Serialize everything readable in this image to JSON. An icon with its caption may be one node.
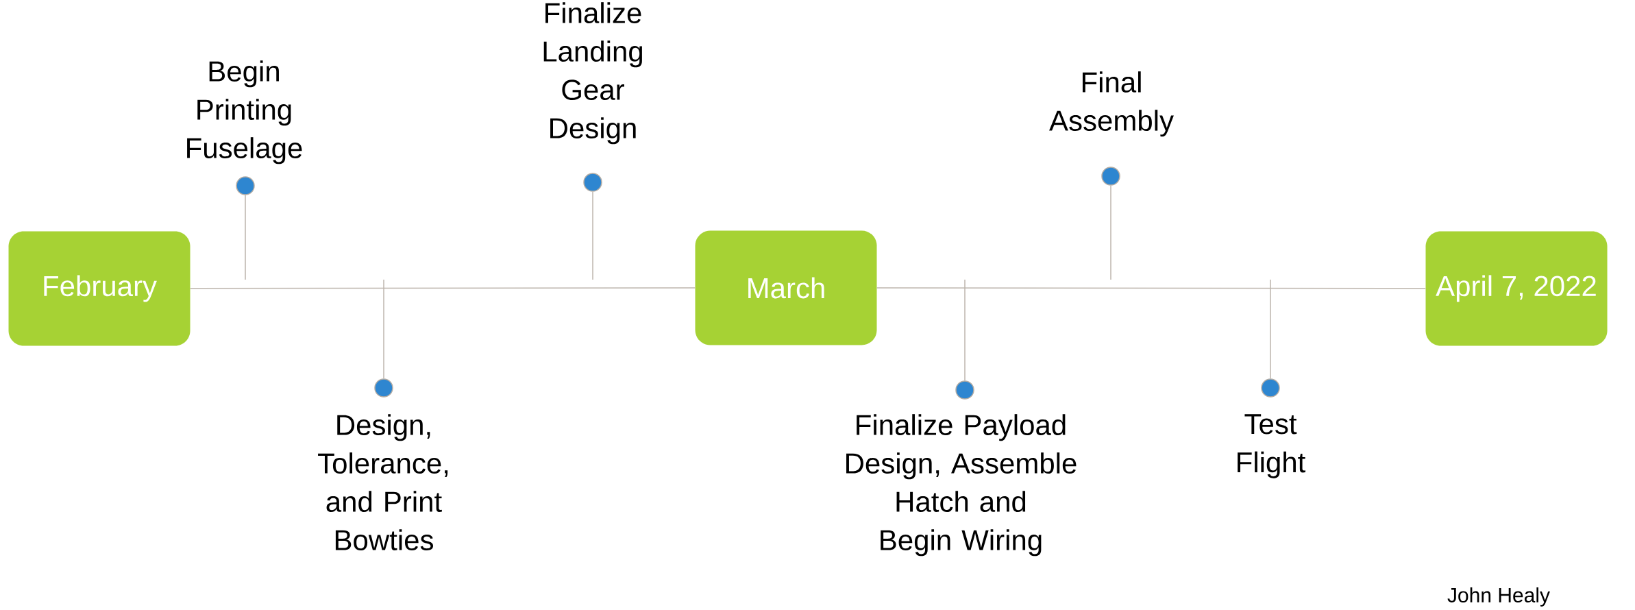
{
  "diagram": {
    "nodes": [
      {
        "text": [
          "February"
        ]
      },
      {
        "text": [
          "Begin Printing Fuselage"
        ]
      },
      {
        "text": [],
        "shape": "circle"
      },
      {
        "text": [],
        "shape": "circle"
      },
      {
        "text": [
          "Design, Tolerance, and Print Bowties"
        ]
      },
      {
        "text": [
          "Finalize Landing Gear Design"
        ]
      },
      {
        "text": [],
        "shape": "circle"
      },
      {
        "text": [
          "March"
        ]
      },
      {
        "text": [],
        "shape": "circle"
      },
      {
        "text": [
          "Finalize Payload Design, Assemble Hatch and Begin Wiring"
        ]
      },
      {
        "text": [
          "Final Assembly"
        ]
      },
      {
        "text": [],
        "shape": "circle"
      },
      {
        "text": [],
        "shape": "circle"
      },
      {
        "text": [
          "Test Flight"
        ]
      },
      {
        "text": [
          "April 7, 2022"
        ]
      }
    ],
    "edges": [
      {
        "from": 0,
        "to": 7,
        "arrow": "none"
      },
      {
        "from": 7,
        "to": 14,
        "arrow": "none"
      },
      {
        "from": 2,
        "to": null,
        "arrow": "none"
      },
      {
        "from": 3,
        "to": null,
        "arrow": "none"
      },
      {
        "from": 6,
        "to": null,
        "arrow": "none"
      },
      {
        "from": 8,
        "to": null,
        "arrow": "none"
      },
      {
        "from": 11,
        "to": null,
        "arrow": "none"
      },
      {
        "from": 12,
        "to": null,
        "arrow": "none"
      }
    ],
    "labels": [
      "John Healy"
    ]
  }
}
